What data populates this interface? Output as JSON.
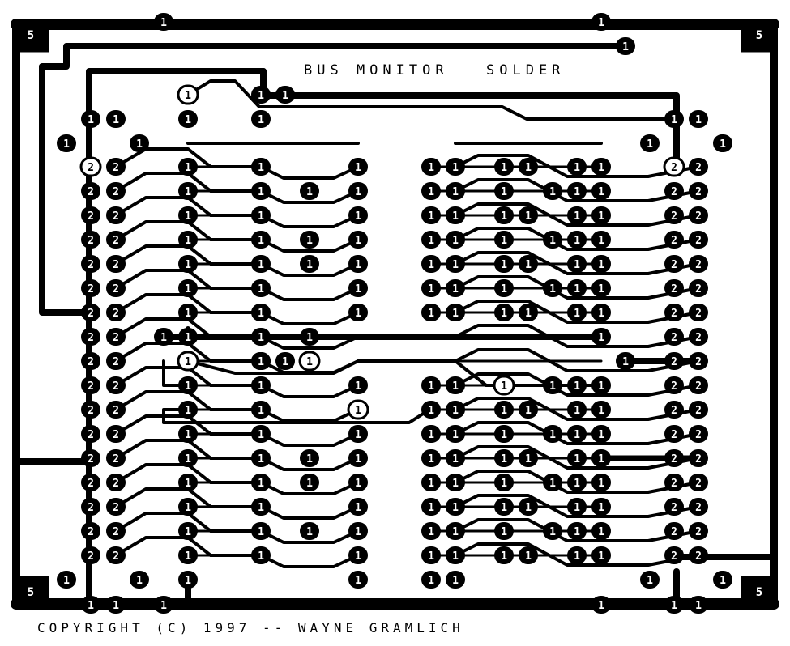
{
  "title": "BUS MONITOR",
  "side": "SOLDER",
  "copyright": "COPYRIGHT (C) 1997 -- WAYNE GRAMLICH",
  "colors": {
    "copper": "#000000",
    "substrate": "#ffffff"
  },
  "pad_labels": {
    "corner": "5",
    "one": "1",
    "two": "2"
  }
}
